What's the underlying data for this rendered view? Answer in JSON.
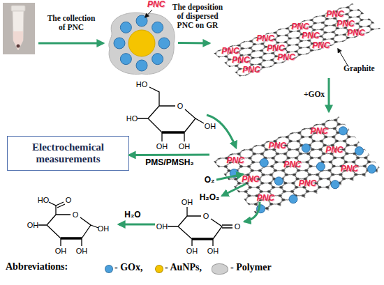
{
  "diagram": {
    "nodes": [
      {
        "text": [
          "PNC"
        ]
      },
      {
        "text": [
          "PNC",
          "PNC",
          "PNC",
          "PNC",
          "PNC",
          "PNC",
          "PNC",
          "PNC",
          "PNC",
          "PNC",
          "PNC",
          "PNC"
        ]
      },
      {
        "text": [
          "PNC",
          "PNC",
          "PNC",
          "PNC",
          "PNC",
          "PNC",
          "PNC",
          "PNC",
          "PNC"
        ]
      },
      {
        "text": [
          "Electrochemical measurements"
        ]
      }
    ],
    "edges": [
      {
        "from": 0,
        "to": 1,
        "arrow": "to",
        "label": "The deposition of dispersed PNC on GR"
      },
      {
        "from": 1,
        "to": 2,
        "arrow": "to",
        "label": "+GOx"
      },
      {
        "from": 2,
        "to": 3,
        "arrow": "to",
        "label": "PMS/PMSH₂"
      }
    ],
    "labels": [
      "The collection of PNC",
      "Graphite",
      "HO",
      "O",
      "HO",
      "OH",
      "OH",
      "OH",
      "O₂",
      "H₂O₂",
      "OH",
      "O",
      "O",
      "OH",
      "OH",
      "OH",
      "H₂O",
      "HO",
      "O",
      "O",
      "OH",
      "OH",
      "OH",
      "OH",
      "Abbreviations:"
    ],
    "legend": [
      {
        "text": "- GOx,",
        "color": "#4a9fdc"
      },
      {
        "text": "- AuNPs,",
        "color": "#f5c400"
      },
      {
        "text": "- Polymer",
        "color": "#d0d0d0"
      }
    ]
  }
}
